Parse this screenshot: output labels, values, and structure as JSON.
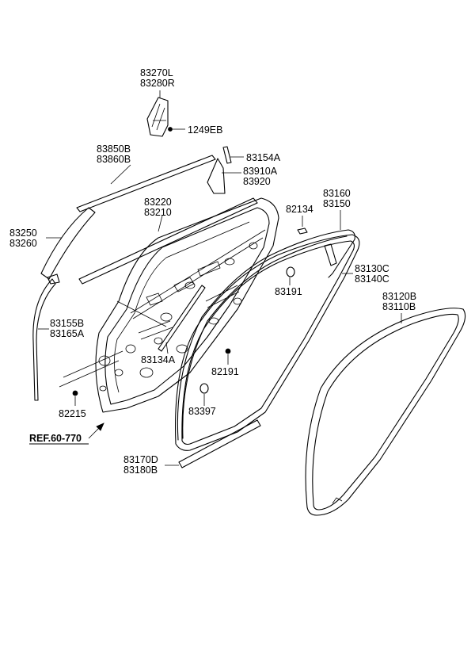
{
  "labels": {
    "l83270": [
      "83270L",
      "83280R"
    ],
    "l1249": [
      "1249EB"
    ],
    "l83850": [
      "83850B",
      "83860B"
    ],
    "l83154": [
      "83154A"
    ],
    "l83910": [
      "83910A",
      "83920"
    ],
    "l83220": [
      "83220",
      "83210"
    ],
    "l82134": [
      "82134"
    ],
    "l83160": [
      "83160",
      "83150"
    ],
    "l83250": [
      "83250",
      "83260"
    ],
    "l83130": [
      "83130C",
      "83140C"
    ],
    "l83191": [
      "83191"
    ],
    "l83120": [
      "83120B",
      "83110B"
    ],
    "l83155": [
      "83155B",
      "83165A"
    ],
    "l83134": [
      "83134A"
    ],
    "l82191": [
      "82191"
    ],
    "l83397": [
      "83397"
    ],
    "l82215": [
      "82215"
    ],
    "l83170": [
      "83170D",
      "83180B"
    ]
  },
  "ref_label": "REF.60-770"
}
